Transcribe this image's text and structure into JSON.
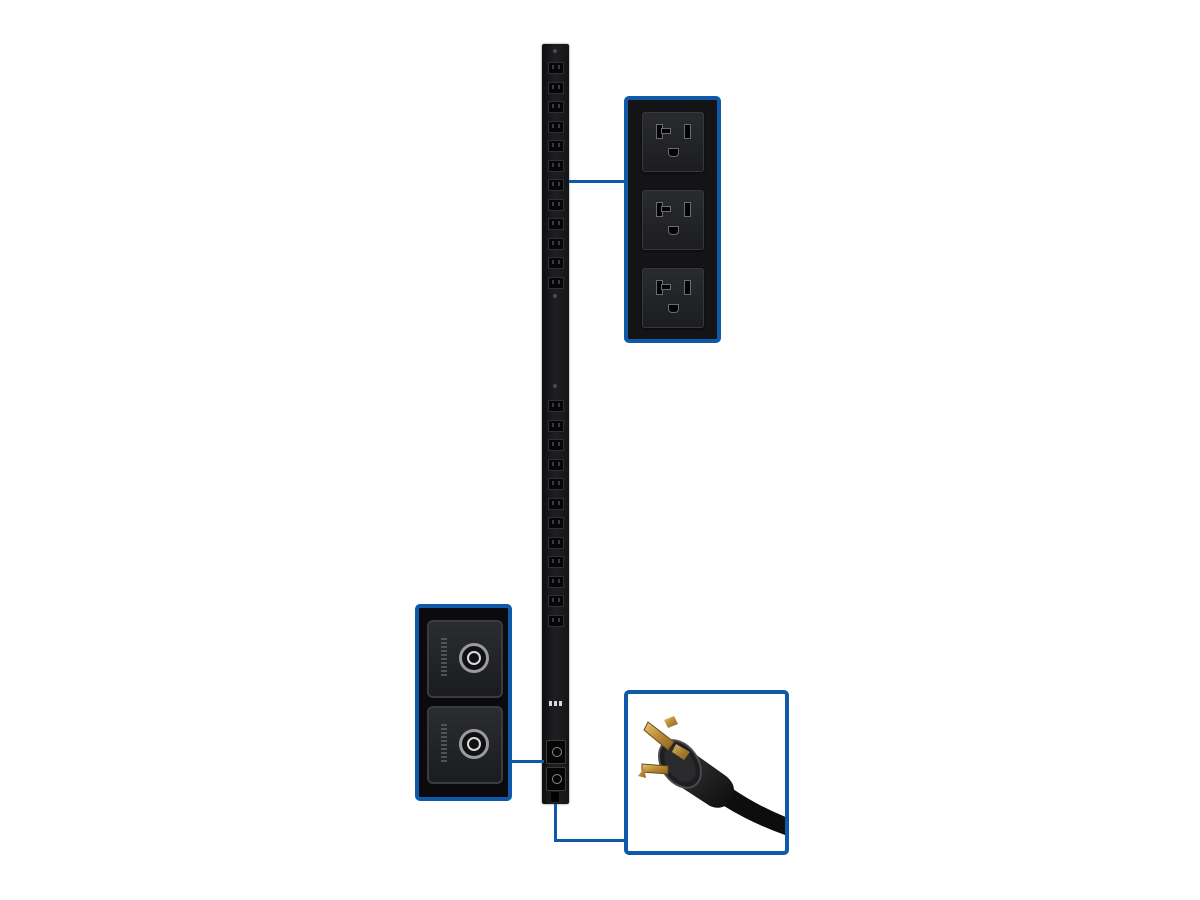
{
  "colors": {
    "callout_border": "#0f5aa8",
    "pdu_body": "#1a1b1e",
    "background": "#ffffff"
  },
  "icons": {
    "pdu_logo": "eaton-logo-icon",
    "outlet": "nema-5-20r-outlet-icon",
    "breaker": "circuit-breaker-icon",
    "plug": "twist-lock-plug-icon"
  },
  "pdu": {
    "upper_outlet_count": 12,
    "lower_outlet_count": 12,
    "breaker_count": 2
  },
  "callouts": {
    "outlets_shown": 3,
    "breakers_shown": 2
  }
}
